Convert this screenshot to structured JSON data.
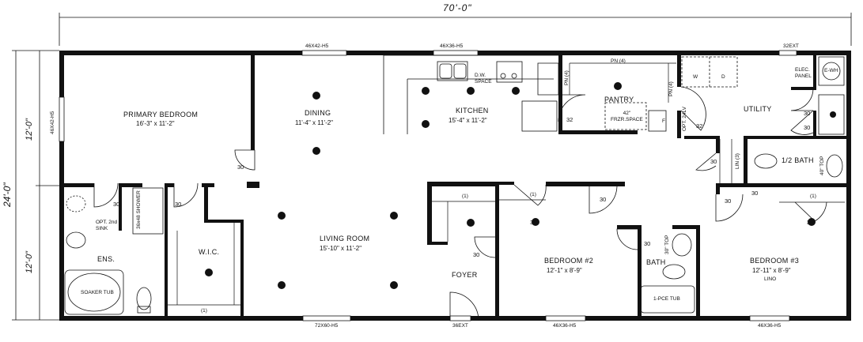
{
  "dimensions": {
    "overall_width": "70'-0\"",
    "overall_depth": "24'-0\"",
    "depth_top": "12'-0\"",
    "depth_bottom": "12'-0\""
  },
  "rooms": {
    "primary_bedroom": {
      "name": "PRIMARY BEDROOM",
      "size": "16'-3\" x 11'-2\""
    },
    "dining": {
      "name": "DINING",
      "size": "11'-4\" x 11'-2\""
    },
    "kitchen": {
      "name": "KITCHEN",
      "size": "15'-4\" x 11'-2\""
    },
    "pantry": {
      "name": "PANTRY"
    },
    "utility": {
      "name": "UTILITY"
    },
    "half_bath": {
      "name": "1/2 BATH"
    },
    "living_room": {
      "name": "LIVING ROOM",
      "size": "15'-10\" x 11'-2\""
    },
    "wic": {
      "name": "W.I.C."
    },
    "ens": {
      "name": "ENS."
    },
    "foyer": {
      "name": "FOYER"
    },
    "bedroom2": {
      "name": "BEDROOM #2",
      "size": "12'-1\" x 8'-9\""
    },
    "bath": {
      "name": "BATH"
    },
    "bedroom3": {
      "name": "BEDROOM #3",
      "size": "12'-11\" x 8'-9\"",
      "extra": "LINO"
    }
  },
  "windows": {
    "w_primary_top": "46X42-H5",
    "w_kitchen_top": "46X36-H5",
    "w_primary_side": "46X42-H5",
    "w_living_bottom": "72X60-H5",
    "w_bed2_bottom": "46X36-H5",
    "w_bed3_bottom": "46X36-H5"
  },
  "doors": {
    "ext_right": "32EXT",
    "ext_bottom": "36EXT",
    "d30": "30",
    "d32": "32"
  },
  "fixtures": {
    "dw_space": "D.W.\nSPACE",
    "frzr": "42\"\nFRZR.SPACE",
    "elec_panel": "ELEC.\nPANEL",
    "ewh": "E-WH",
    "washer": "W",
    "dryer": "D",
    "soaker_tub": "SOAKER TUB",
    "shower": "36x48 SHOWER",
    "opt_sink": "OPT. 2nd\nSINK",
    "tub": "1-PCE TUB",
    "pn4": "PN (4)",
    "shelf1": "(1)",
    "shelf3": "LIN (3)",
    "top40": "40\" TOP",
    "top30": "30\" TOP",
    "opt_24lv": "OPT. 24LV",
    "f": "F"
  }
}
